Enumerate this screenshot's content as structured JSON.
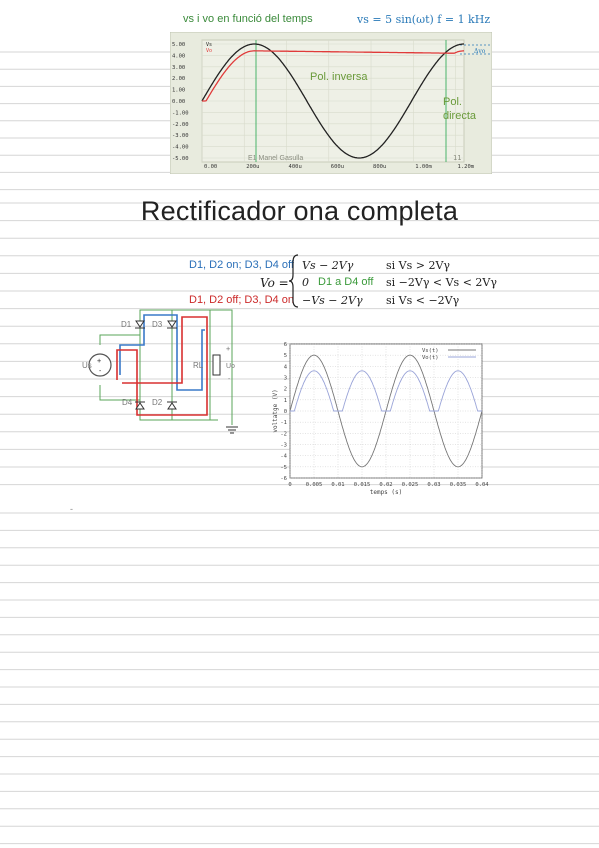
{
  "page": {
    "title": "Rectificador ona completa",
    "signature": "-"
  },
  "scope_figure": {
    "caption_left": "vs i vo en funció del temps",
    "caption_right": "vs = 5 sin(ωt)  f = 1 kHz",
    "y_ticks": [
      "5.00",
      "4.00",
      "3.00",
      "2.00",
      "1.00",
      "0.00",
      "-1.00",
      "-2.00",
      "-3.00",
      "-4.00",
      "-5.00"
    ],
    "x_ticks": [
      "0.00",
      "200u",
      "400u",
      "600u",
      "800u",
      "1.00m",
      "1.20m"
    ],
    "legend": [
      "Vs",
      "Vo"
    ],
    "label_inverse": "Pol. inversa",
    "label_direct_1": "Pol.",
    "label_direct_2": "directa",
    "delta_label": "Δvo",
    "credit": "E1 Manel Gasulla",
    "corner": "11",
    "colors": {
      "vs": "#222222",
      "vo": "#e03a3a",
      "markers": "#4ab36a",
      "background": "#e8ebde"
    }
  },
  "equation": {
    "lhs": "Vo =",
    "cases": [
      {
        "note": "D1, D2 on; D3, D4 off",
        "expr": "Vs − 2Vγ",
        "cond": "si Vs > 2Vγ",
        "color": "#2a6fb8"
      },
      {
        "note": "D1 a D4 off",
        "expr": "0",
        "cond": "si −2Vγ < Vs < 2Vγ",
        "color": "#3a9a3a"
      },
      {
        "note": "D1, D2 off; D3, D4 on",
        "expr": "−Vs − 2Vγ",
        "cond": "si Vs < −2Vγ",
        "color": "#cc2a2a"
      }
    ]
  },
  "circuit": {
    "labels": {
      "d1": "D1",
      "d2": "D2",
      "d3": "D3",
      "d4": "D4",
      "source": "Us",
      "load": "RL",
      "output": "Uo",
      "plus": "+",
      "minus": "-"
    }
  },
  "chart_data": {
    "type": "line",
    "title": "",
    "xlabel": "temps (s)",
    "ylabel": "voltatge (V)",
    "xlim": [
      0,
      0.04
    ],
    "ylim": [
      -6,
      6
    ],
    "x_ticks": [
      "0",
      "0.005",
      "0.01",
      "0.015",
      "0.02",
      "0.025",
      "0.03",
      "0.035",
      "0.04"
    ],
    "y_ticks": [
      "6",
      "5",
      "4",
      "3",
      "2",
      "1",
      "0",
      "-1",
      "-2",
      "-3",
      "-4",
      "-5",
      "-6"
    ],
    "grid": true,
    "legend_position": "top-right",
    "series": [
      {
        "name": "Vs(t)",
        "function": "5*sin(2*pi*50*t)",
        "amplitude": 5,
        "frequency_hz": 50
      },
      {
        "name": "Vo(t)",
        "function": "max(|5*sin(2*pi*50*t)| - 1.4, 0)",
        "amplitude": 3.6,
        "frequency_hz": 50
      }
    ]
  }
}
